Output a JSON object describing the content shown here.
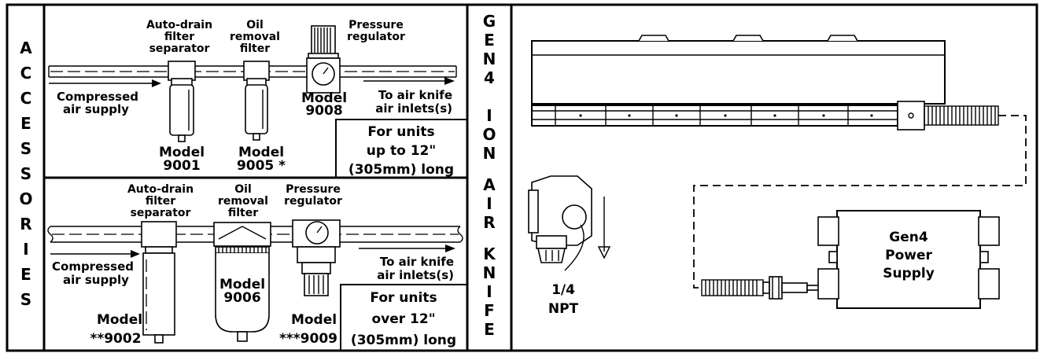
{
  "accessories_title": [
    "A",
    "C",
    "C",
    "E",
    "S",
    "S",
    "O",
    "R",
    "I",
    "E",
    "S"
  ],
  "gen4_title": [
    "G",
    "E",
    "N",
    "4",
    "",
    "I",
    "O",
    "N",
    "",
    "A",
    "I",
    "R",
    "",
    "K",
    "N",
    "I",
    "F",
    "E"
  ],
  "upper": {
    "filter1": [
      "Auto-drain",
      "filter",
      "separator"
    ],
    "filter2": [
      "Oil",
      "removal",
      "filter"
    ],
    "regulator": [
      "Pressure",
      "regulator"
    ],
    "supply": [
      "Compressed",
      "air supply"
    ],
    "outlet": [
      "To air knife",
      "air inlets(s)"
    ],
    "model_reg": [
      "Model",
      "9008"
    ],
    "model_f1": [
      "Model",
      "9001"
    ],
    "model_f2": [
      "Model",
      "9005 *"
    ],
    "units": [
      "For units",
      "up to 12\"",
      "(305mm) long"
    ]
  },
  "lower": {
    "filter1": [
      "Auto-drain",
      "filter",
      "separator"
    ],
    "filter2": [
      "Oil",
      "removal",
      "filter"
    ],
    "regulator": [
      "Pressure",
      "regulator"
    ],
    "supply": [
      "Compressed",
      "air supply"
    ],
    "outlet": [
      "To air knife",
      "air inlets(s)"
    ],
    "model_f2": [
      "Model",
      "9006"
    ],
    "model_f1": [
      "Model",
      "**9002"
    ],
    "model_reg": [
      "Model",
      "***9009"
    ],
    "units": [
      "For units",
      "over 12\"",
      "(305mm) long"
    ]
  },
  "right": {
    "npt": [
      "1/4",
      "NPT"
    ],
    "power_supply": [
      "Gen4",
      "Power",
      "Supply"
    ]
  }
}
